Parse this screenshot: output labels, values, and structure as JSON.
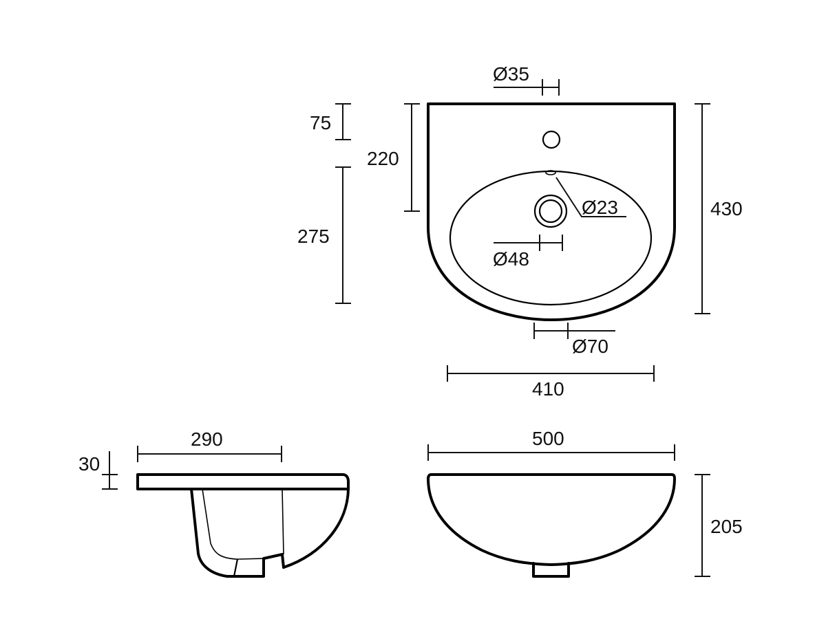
{
  "drawing": {
    "subject": "washbasin technical drawing",
    "units": "mm",
    "line_color": "#000000",
    "background": "#ffffff"
  },
  "top_view": {
    "tap_hole_diameter": "Ø35",
    "overflow_diameter": "Ø23",
    "waste_diameter": "Ø48",
    "waste_outlet_diameter": "Ø70",
    "depth_to_tap_hole": "75",
    "depth_to_waste": "220",
    "bowl_depth": "275",
    "overall_depth": "430",
    "bowl_width": "410"
  },
  "side_view": {
    "rim_thickness": "30",
    "bowl_projection": "290"
  },
  "front_view": {
    "overall_width": "500",
    "overall_height": "205"
  }
}
